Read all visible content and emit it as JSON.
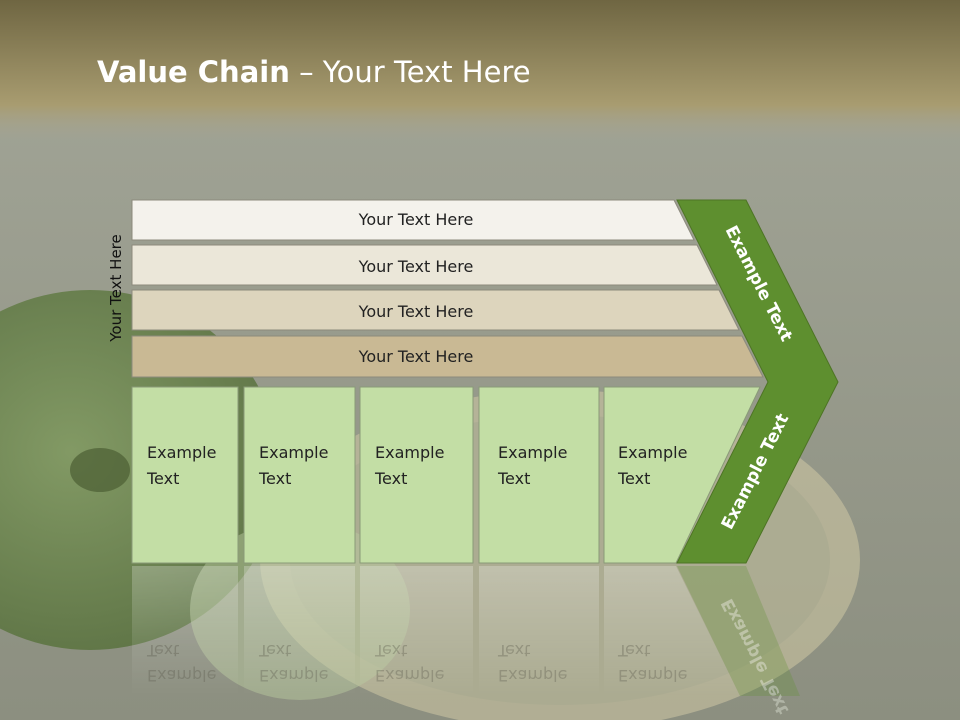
{
  "slide": {
    "title_bold": "Value Chain",
    "title_rest": " – Your Text Here",
    "side_label": "Your Text Here"
  },
  "bars": [
    {
      "label": "Your Text Here",
      "fill": "#f4f2ec"
    },
    {
      "label": "Your Text Here",
      "fill": "#ebe7d9"
    },
    {
      "label": "Your Text Here",
      "fill": "#ddd5bd"
    },
    {
      "label": "Your Text Here",
      "fill": "#c9b994"
    }
  ],
  "columns": [
    {
      "line1": "Example",
      "line2": "Text"
    },
    {
      "line1": "Example",
      "line2": "Text"
    },
    {
      "line1": "Example",
      "line2": "Text"
    },
    {
      "line1": "Example",
      "line2": "Text"
    },
    {
      "line1": "Example",
      "line2": "Text"
    }
  ],
  "chevron": {
    "upper_label": "Example Text",
    "lower_label": "Example Text",
    "fill": "#5e8f2f"
  },
  "colors": {
    "column_fill": "#c3dea5",
    "header_band": "#8a7d4f"
  }
}
